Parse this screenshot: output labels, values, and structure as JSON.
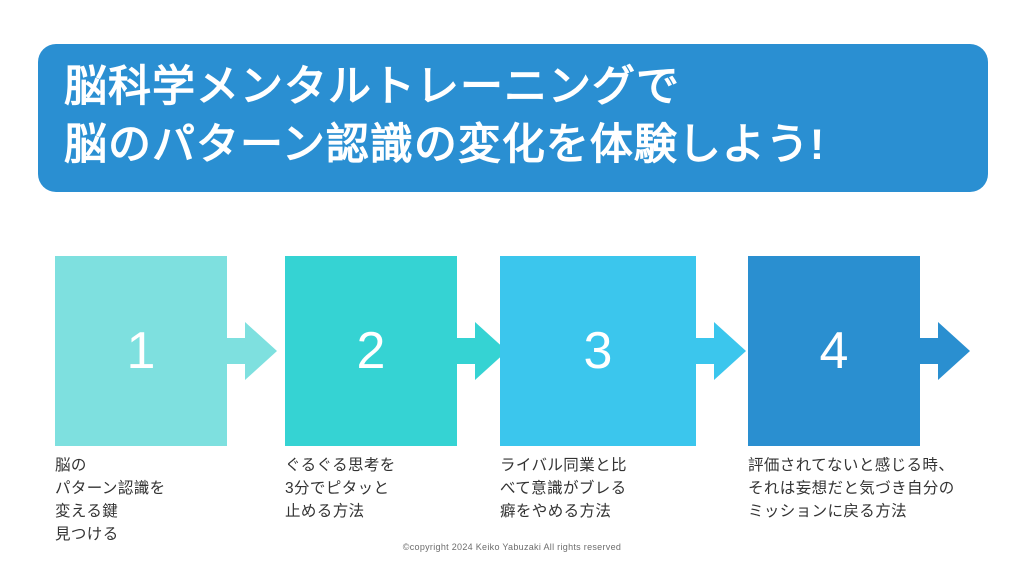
{
  "title": {
    "line1": "脳科学メンタルトレーニングで",
    "line2": "脳のパターン認識の変化を体験しよう!",
    "background_color": "#2a8fd2",
    "text_color": "#ffffff"
  },
  "steps": [
    {
      "number": "1",
      "caption": "脳の\nパターン認識を\n変える鍵\n見つける",
      "color": "#7ee0df",
      "arrow_icon": "arrow-right-icon"
    },
    {
      "number": "2",
      "caption": "ぐるぐる思考を\n3分でピタッと\n止める方法",
      "color": "#35d3d3",
      "arrow_icon": "arrow-right-icon"
    },
    {
      "number": "3",
      "caption": "ライバル同業と比\nべて意識がブレる\n癖をやめる方法",
      "color": "#3bc6ed",
      "arrow_icon": "arrow-right-icon"
    },
    {
      "number": "4",
      "caption": "評価されてないと感じる時、\nそれは妄想だと気づき自分の\nミッションに戻る方法",
      "color": "#2a8fd0",
      "arrow_icon": "arrow-right-icon"
    }
  ],
  "footer": {
    "text": "©copyright    2024    Keiko Yabuzaki All rights reserved"
  }
}
